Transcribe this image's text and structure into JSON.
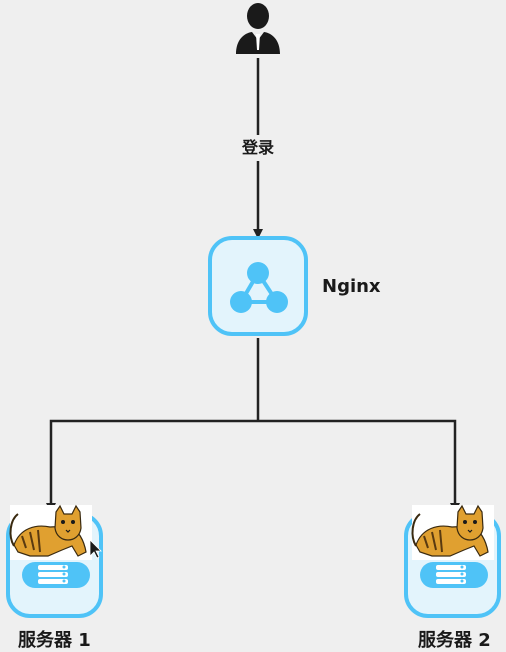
{
  "nodes": {
    "user": {
      "label": ""
    },
    "login_edge": {
      "label": "登录"
    },
    "nginx": {
      "label": "Nginx"
    },
    "server1": {
      "label": "服务器 1"
    },
    "server2": {
      "label": "服务器 2"
    }
  },
  "colors": {
    "background": "#efefef",
    "accent": "#4fc3f7",
    "node_fill": "#e3f4fc",
    "line": "#222222",
    "user_icon": "#1a1a1a",
    "tomcat_fur": "#e0a030",
    "tomcat_stripes": "#5a3a10"
  },
  "icons": {
    "user": "user-person-icon",
    "nginx": "network-share-icon",
    "server": "server-stack-icon",
    "tomcat": "tomcat-cat-icon",
    "cursor": "mouse-cursor-icon"
  }
}
